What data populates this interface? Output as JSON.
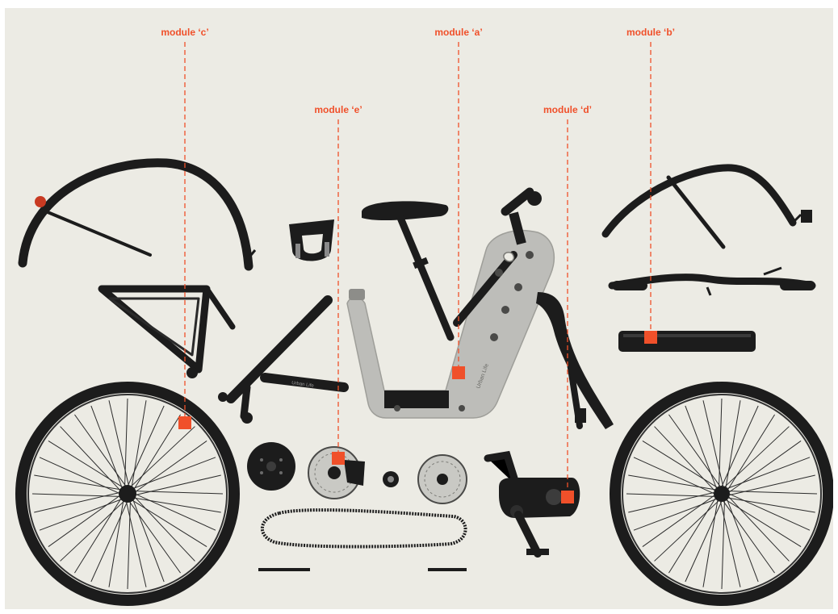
{
  "colors": {
    "background": "#ecebe4",
    "accent": "#f0502a",
    "part_dark": "#1c1c1c",
    "frame_silver": "#bdbdb9"
  },
  "modules": [
    {
      "id": "c",
      "label": "module ‘c’"
    },
    {
      "id": "a",
      "label": "module ‘a’"
    },
    {
      "id": "b",
      "label": "module ‘b’"
    },
    {
      "id": "e",
      "label": "module ‘e’"
    },
    {
      "id": "d",
      "label": "module ‘d’"
    }
  ],
  "frame_branding": "Urban Life",
  "parts": [
    "rear-fender",
    "frame-lock",
    "saddle",
    "seatpost",
    "main-frame",
    "front-fork",
    "front-fender",
    "handlebar",
    "battery",
    "rear-rack",
    "kickstand",
    "rear-wheel",
    "front-wheel",
    "rear-hub-motor",
    "rear-brake-disc",
    "bottom-bracket-hub",
    "front-brake-disc",
    "belt-drive",
    "drive-unit-crank",
    "axle-left",
    "axle-right"
  ]
}
